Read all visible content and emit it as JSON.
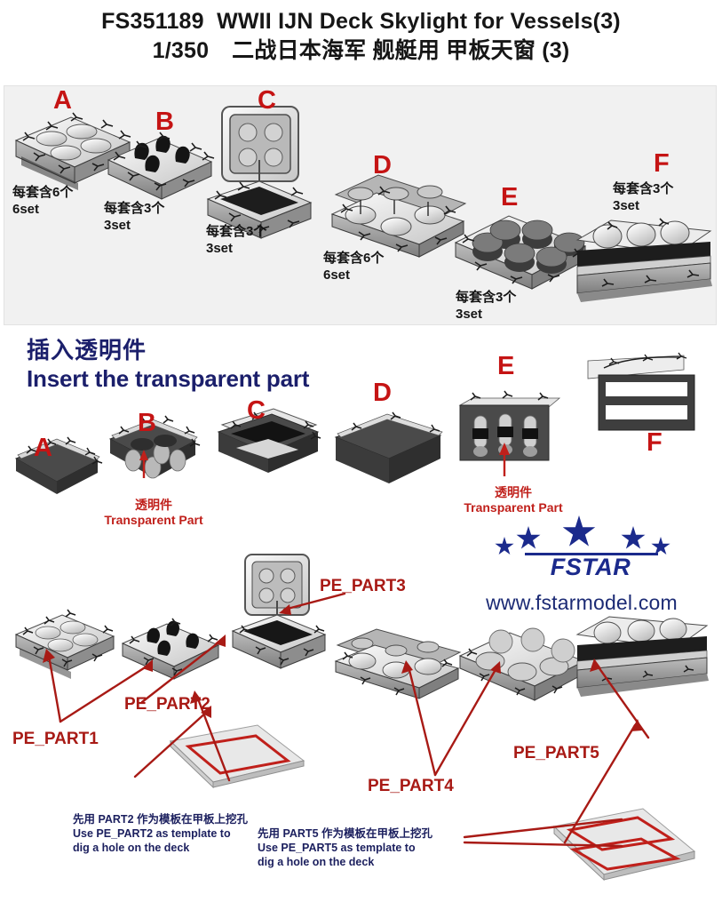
{
  "header": {
    "product_code": "FS351189",
    "title_en": "WWII IJN Deck Skylight for Vessels(3)",
    "scale": "1/350",
    "title_cn": "二战日本海军 舰艇用 甲板天窗 (3)"
  },
  "panel_parts": {
    "items": [
      {
        "letter": "A",
        "qty_cn": "每套含6个",
        "qty_en": "6set"
      },
      {
        "letter": "B",
        "qty_cn": "每套含3个",
        "qty_en": "3set"
      },
      {
        "letter": "C",
        "qty_cn": "每套含3个",
        "qty_en": "3set"
      },
      {
        "letter": "D",
        "qty_cn": "每套含6个",
        "qty_en": "6set"
      },
      {
        "letter": "E",
        "qty_cn": "每套含3个",
        "qty_en": "3set"
      },
      {
        "letter": "F",
        "qty_cn": "每套含3个",
        "qty_en": "3set"
      }
    ]
  },
  "panel_transparent": {
    "heading_cn": "插入透明件",
    "heading_en": "Insert the transparent part",
    "letters": [
      "A",
      "B",
      "C",
      "D",
      "E",
      "F"
    ],
    "note_b_cn": "透明件",
    "note_b_en": "Transparent Part",
    "note_e_cn": "透明件",
    "note_e_en": "Transparent Part"
  },
  "panel_pe": {
    "labels": [
      "PE_PART1",
      "PE_PART2",
      "PE_PART3",
      "PE_PART4",
      "PE_PART5"
    ],
    "note_left_cn": "先用 PART2 作为模板在甲板上挖孔",
    "note_left_en_1": "Use PE_PART2 as template to",
    "note_left_en_2": "dig a hole on the deck",
    "note_right_cn": "先用 PART5 作为模板在甲板上挖孔",
    "note_right_en_1": "Use PE_PART5 as template to",
    "note_right_en_2": "dig a hole on the deck"
  },
  "brand": {
    "logo_text": "FSTAR",
    "website": "www.fstarmodel.com",
    "logo_color": "#1b2a8c"
  },
  "colors": {
    "label_red": "#c51414",
    "pe_red": "#a81a15",
    "heading_blue": "#1b1f6b",
    "panel_bg": "#f1f1f1"
  }
}
